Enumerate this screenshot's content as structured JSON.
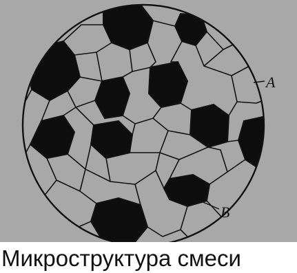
{
  "figure": {
    "labels": {
      "a": "A",
      "b": "B"
    }
  },
  "caption": {
    "text": "Микроструктура смеси"
  },
  "colors": {
    "panel": "#a8a8a8",
    "ink": "#111111",
    "dark_grain": "#0d0d0d"
  }
}
